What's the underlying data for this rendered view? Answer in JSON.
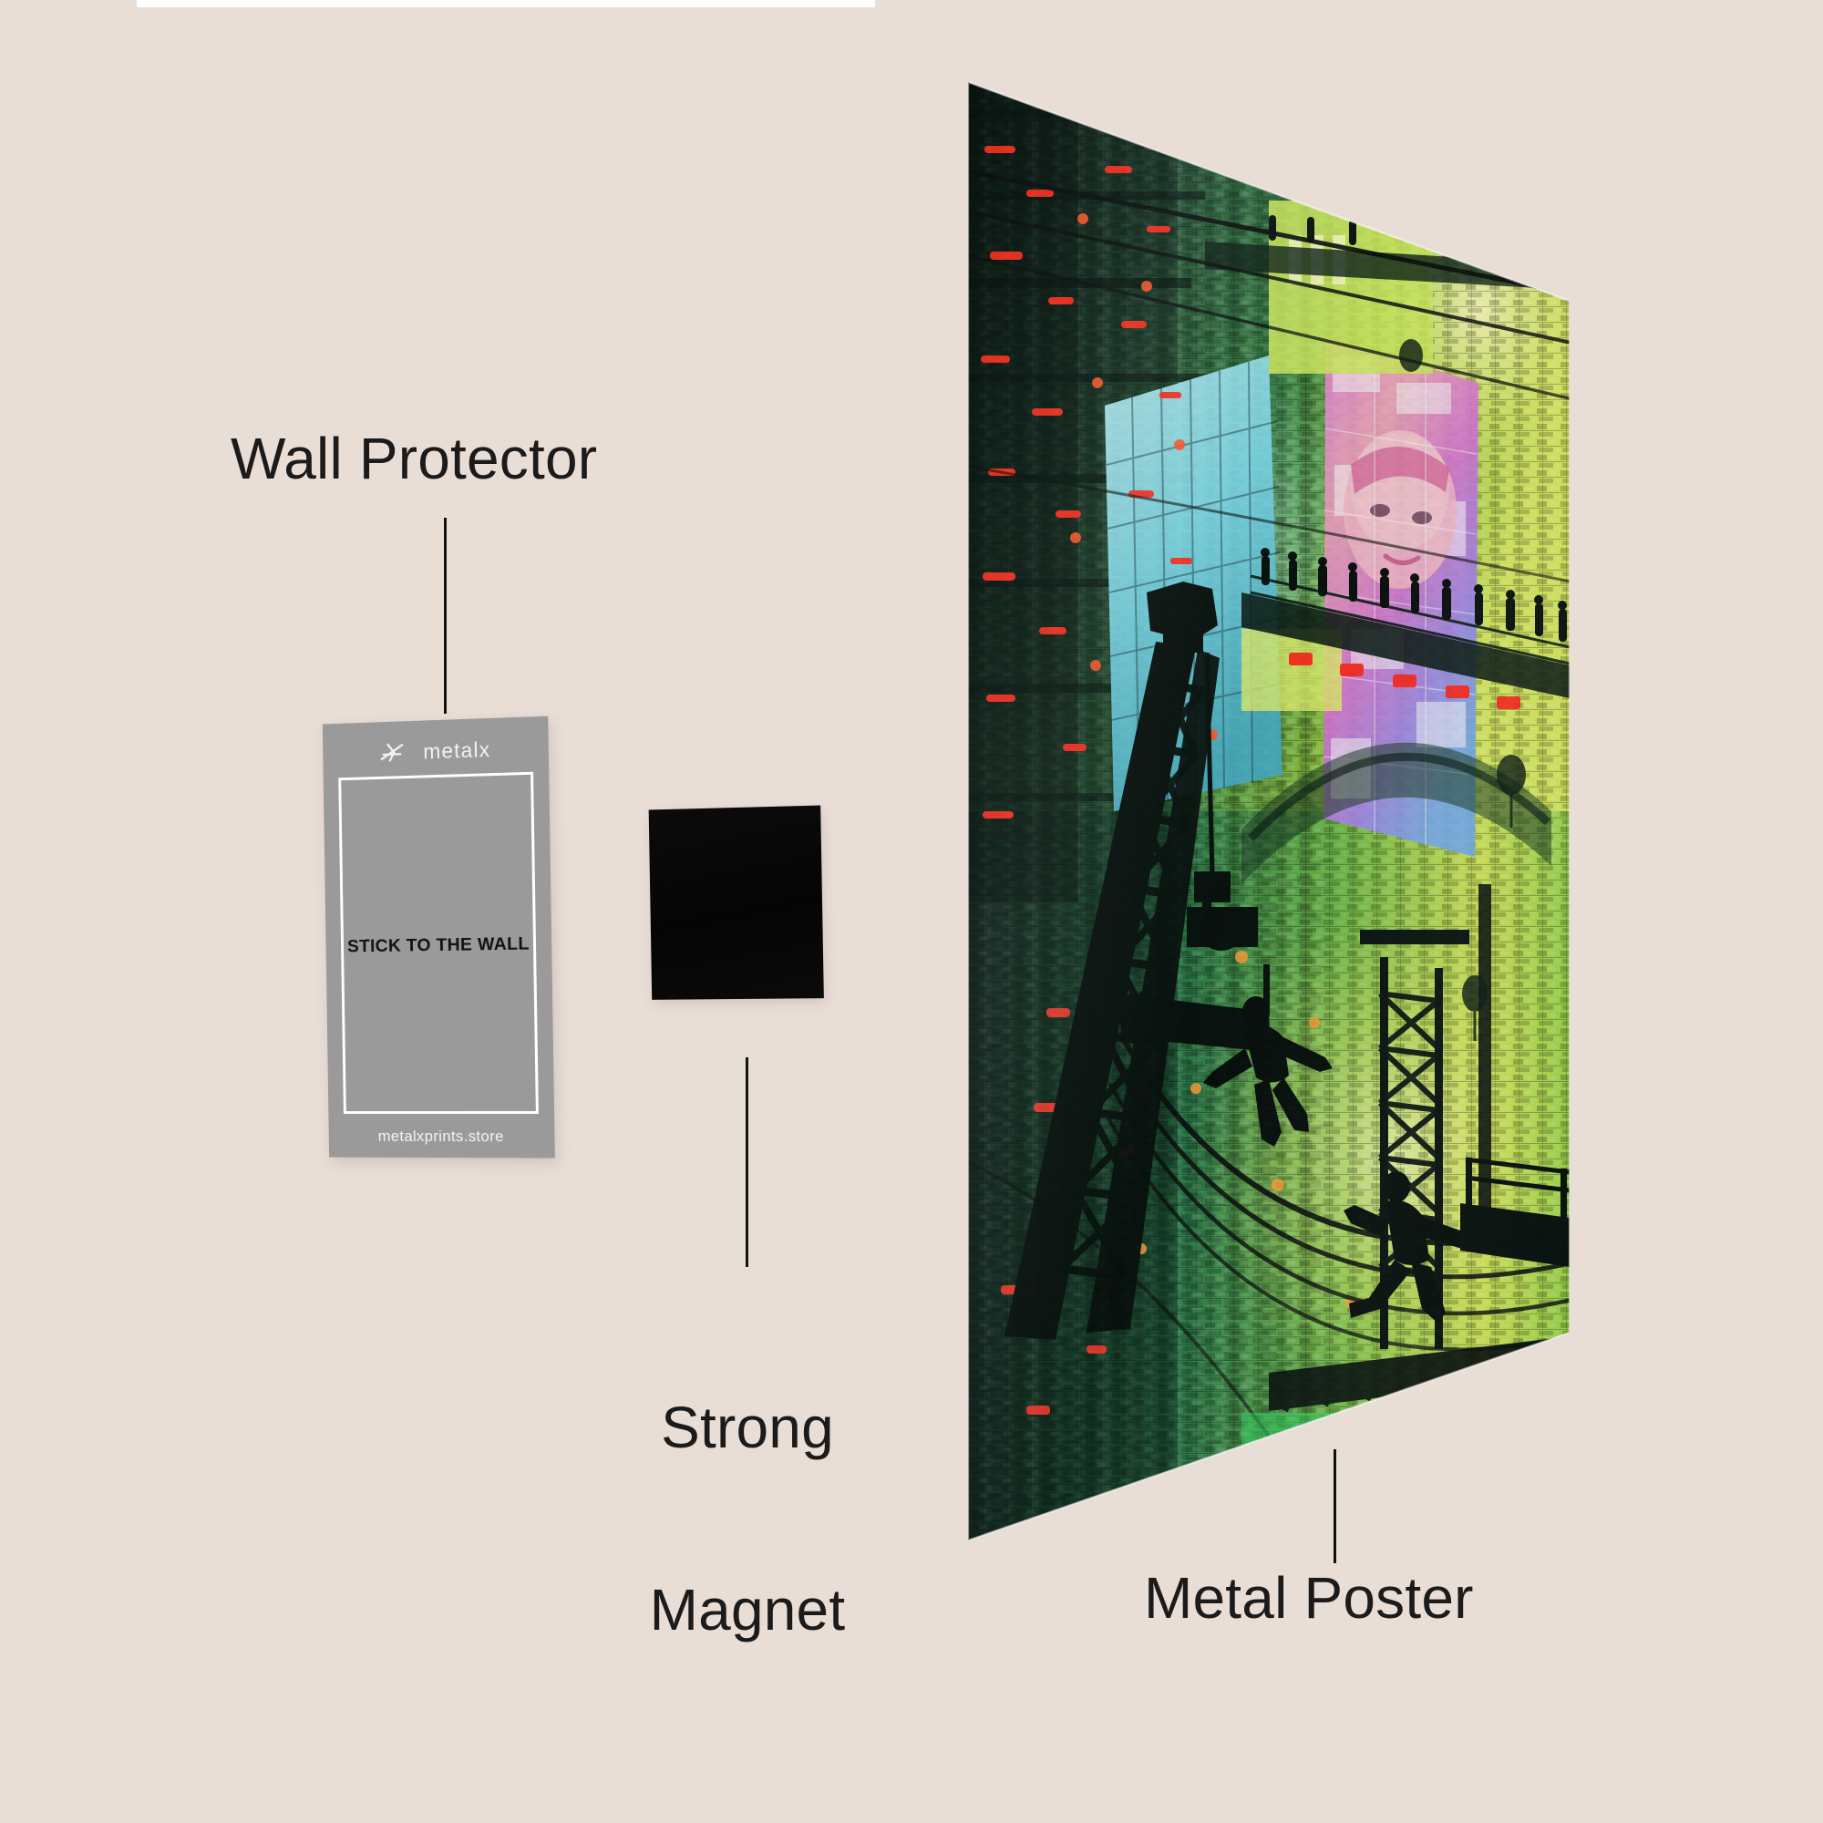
{
  "scene": {
    "background_color": "#e9ded6",
    "title": "Metal poster product diagram with mounting accessories"
  },
  "callouts": [
    {
      "id": "wall-protector",
      "label": "Wall Protector"
    },
    {
      "id": "strong-magnet",
      "label": "Strong\nMagnet",
      "line1": "Strong",
      "line2": "Magnet"
    },
    {
      "id": "metal-poster",
      "label": "Metal Poster"
    }
  ],
  "wall_protector_card": {
    "brand": "metalx",
    "logo_icon": "metalx-mark-icon",
    "headline": "STICK TO THE WALL",
    "url": "metalxprints.store",
    "background_color": "#9a9a9a",
    "frame_color": "#ffffff",
    "headline_color": "#111111"
  },
  "magnet": {
    "name": "Strong Magnet",
    "color": "#070707",
    "shape": "square"
  },
  "poster": {
    "name": "Metal Poster",
    "artwork_title": "Cyberpunk Green City",
    "dominant_colors": [
      "#2f7a48",
      "#8dc63f",
      "#c8e05a",
      "#0f2b22",
      "#ff3b2f",
      "#e060c8",
      "#53d8e8"
    ],
    "subjects": [
      "dense futuristic city facade",
      "black lattice crane silhouette",
      "suspended hook and cables",
      "holographic billboard with face",
      "glass atrium facade",
      "pedestrian walkway with silhouettes",
      "two leaping figures",
      "red and orange signal lights"
    ],
    "figure_count": 2,
    "walkway_pedestrians": 11
  }
}
